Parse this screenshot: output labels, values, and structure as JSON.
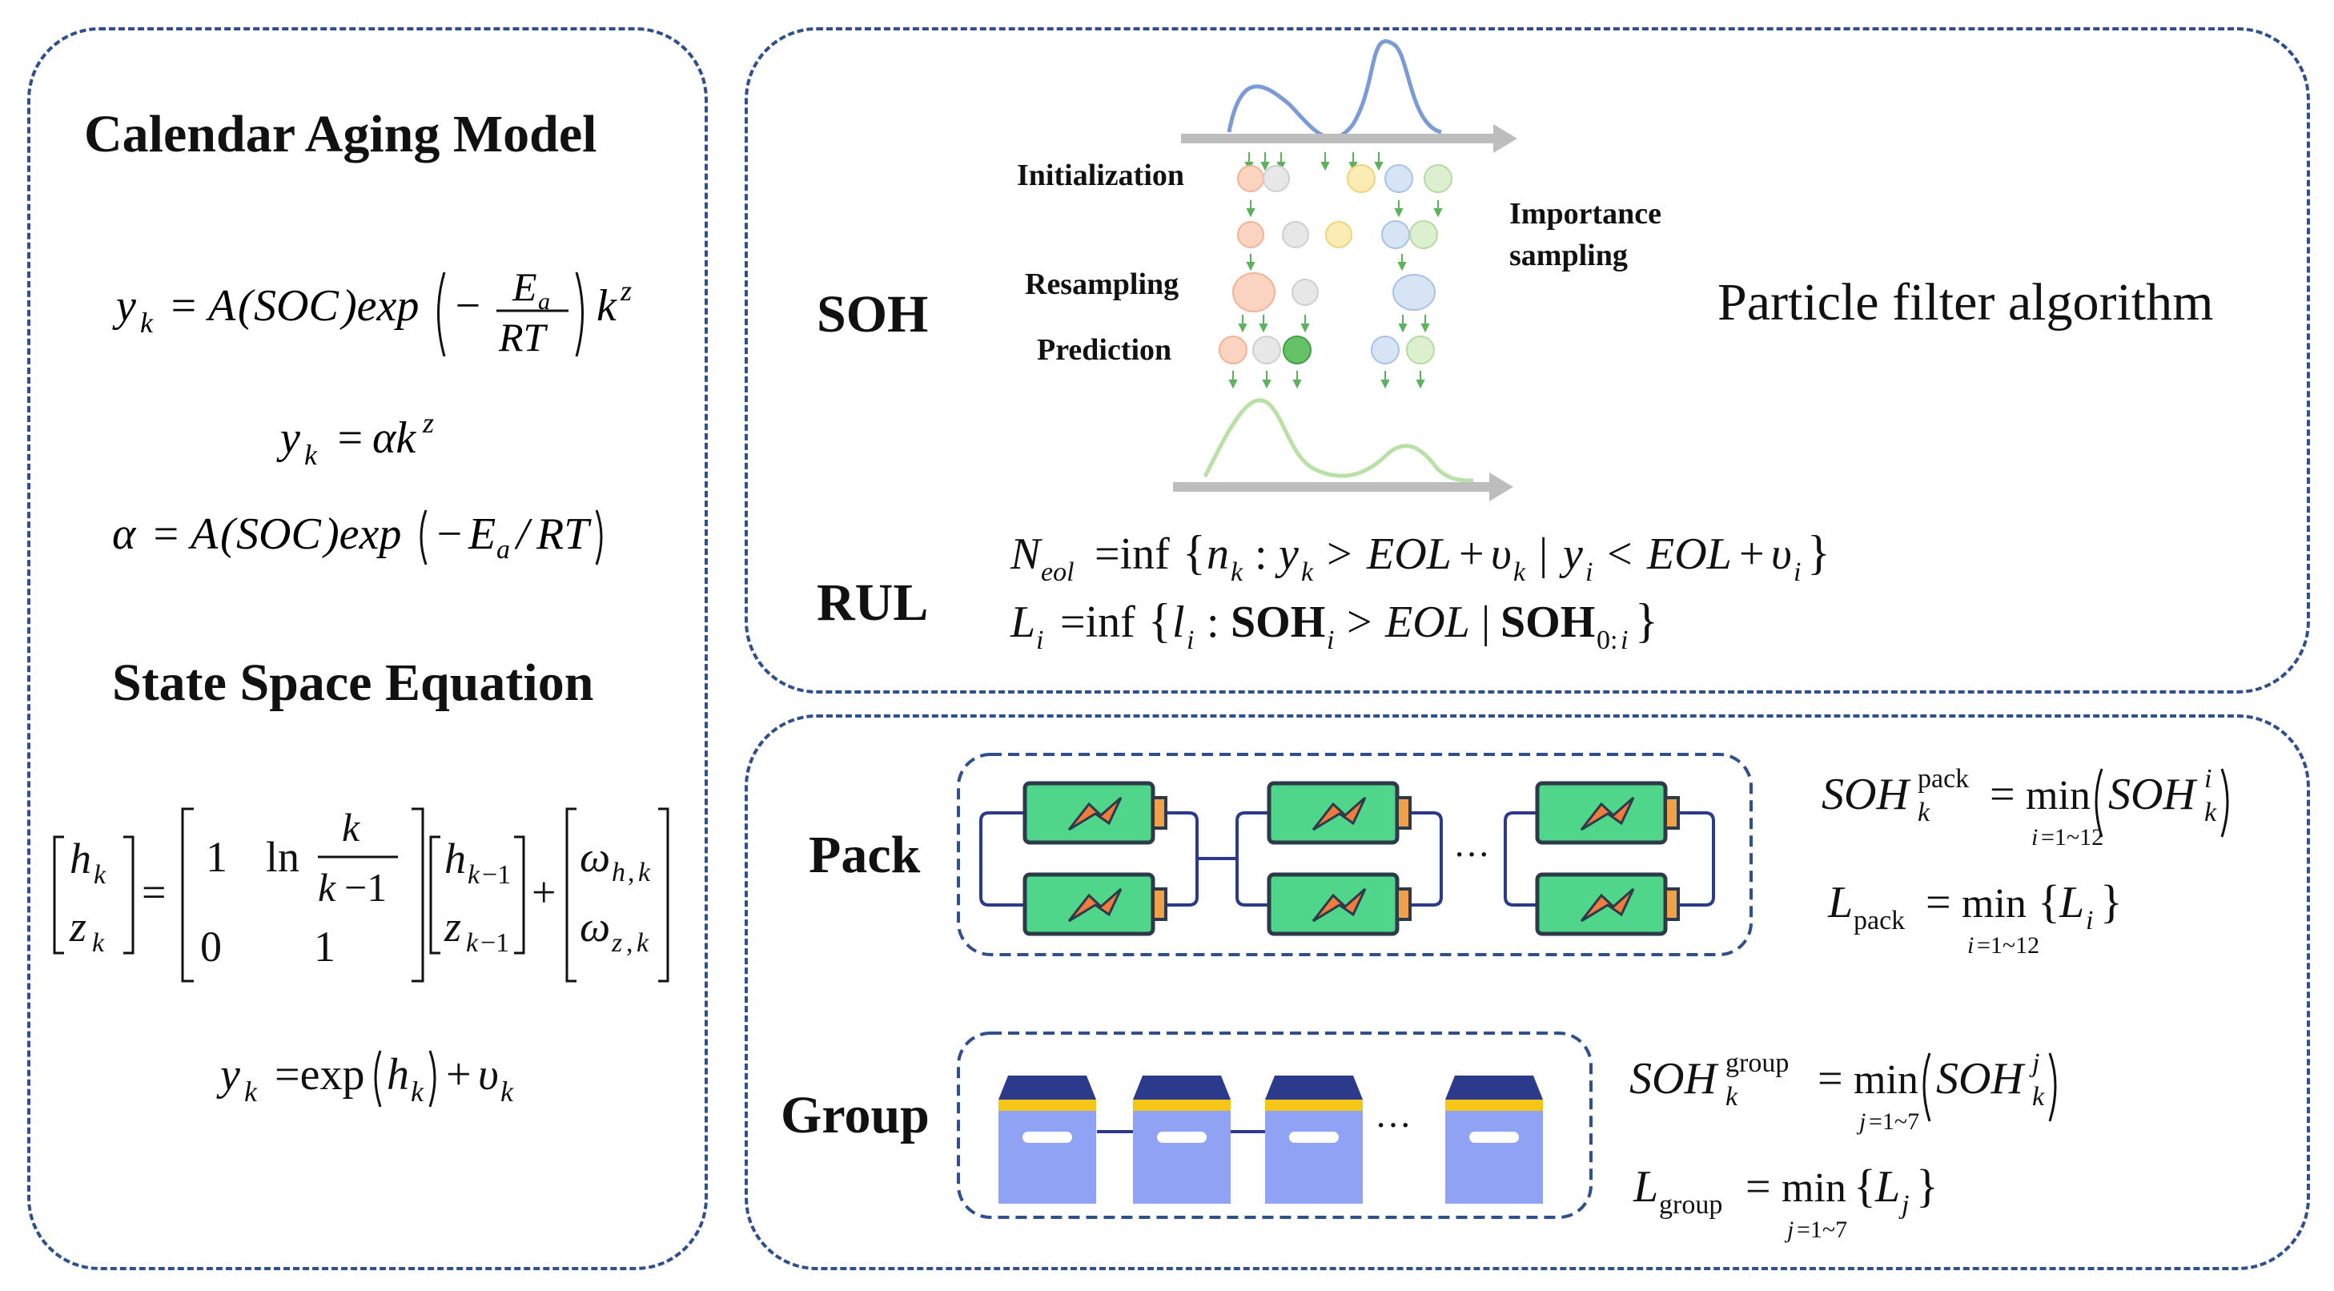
{
  "left": {
    "title1": "Calendar Aging Model",
    "title2": "State Space Equation",
    "eq1": "y_k = A(SOC)exp(−E_a / RT) k^z",
    "eq2": "y_k = αk^z",
    "eq3": "α = A(SOC)exp(−E_a/RT)",
    "eq_obs": "y_k = exp(h_k) + υ_k"
  },
  "soh_panel": {
    "label_soh": "SOH",
    "label_rul": "RUL",
    "step_init": "Initialization",
    "step_resample": "Resampling",
    "step_predict": "Prediction",
    "importance_line1": "Importance",
    "importance_line2": "sampling",
    "algo_title": "Particle filter algorithm"
  },
  "pack_panel": {
    "label_pack": "Pack",
    "label_group": "Group",
    "ellipsis": "···"
  },
  "colors": {
    "border": "#2f4f8f",
    "battery_fill": "#4fd68a",
    "battery_cap": "#f0a04b",
    "bolt": "#f07b3f",
    "box_body": "#8fa2f4",
    "box_lid": "#2c3a8c",
    "box_stripe": "#f5c518",
    "curve_top": "#7b9bd6",
    "curve_bottom": "#b9e0a5",
    "arrow_gray": "#bdbdbd"
  }
}
